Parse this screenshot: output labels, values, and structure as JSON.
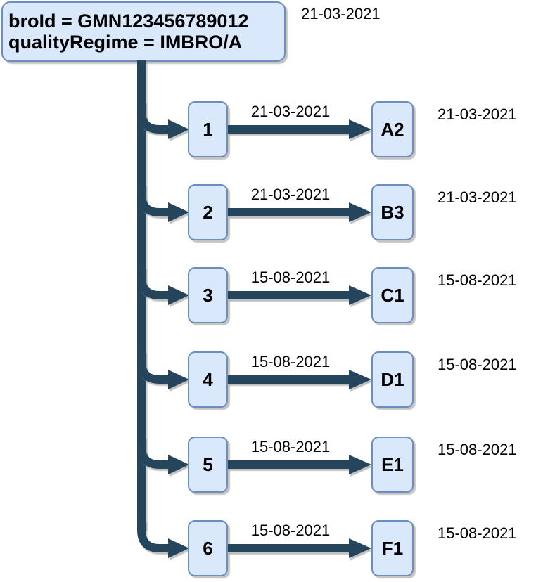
{
  "diagram": {
    "root": {
      "line1": "broId = GMN123456789012",
      "line2": "qualityRegime = IMBRO/A",
      "date": "21-03-2021"
    },
    "rows": [
      {
        "source": "1",
        "edge_date": "21-03-2021",
        "target": "A2",
        "target_date": "21-03-2021"
      },
      {
        "source": "2",
        "edge_date": "21-03-2021",
        "target": "B3",
        "target_date": "21-03-2021"
      },
      {
        "source": "3",
        "edge_date": "15-08-2021",
        "target": "C1",
        "target_date": "15-08-2021"
      },
      {
        "source": "4",
        "edge_date": "15-08-2021",
        "target": "D1",
        "target_date": "15-08-2021"
      },
      {
        "source": "5",
        "edge_date": "15-08-2021",
        "target": "E1",
        "target_date": "15-08-2021"
      },
      {
        "source": "6",
        "edge_date": "15-08-2021",
        "target": "F1",
        "target_date": "15-08-2021"
      }
    ],
    "colors": {
      "node_fill": "#dae8fc",
      "node_border": "#6c8ebf",
      "edge": "#24455c"
    }
  }
}
